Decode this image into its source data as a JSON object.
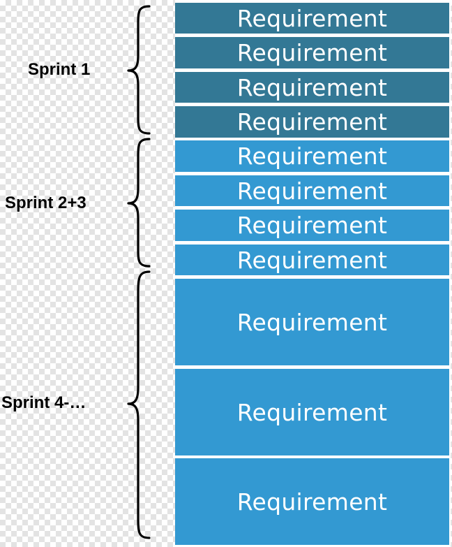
{
  "colors": {
    "dark_block": "#337895",
    "light_block": "#3399d2",
    "brace": "#000000"
  },
  "groups": [
    {
      "label": "Sprint 1",
      "tone": "dark",
      "requirements": [
        "Requirement",
        "Requirement",
        "Requirement",
        "Requirement"
      ]
    },
    {
      "label": "Sprint 2+3",
      "tone": "light",
      "requirements": [
        "Requirement",
        "Requirement",
        "Requirement",
        "Requirement"
      ]
    },
    {
      "label": "Sprint 4-…",
      "tone": "light",
      "requirements": [
        "Requirement",
        "Requirement",
        "Requirement"
      ]
    }
  ]
}
